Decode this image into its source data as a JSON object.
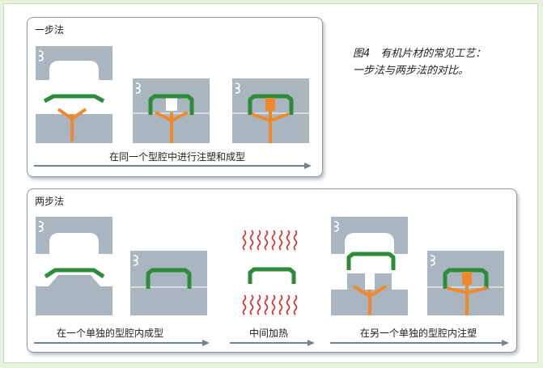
{
  "heading": {
    "line1": "图4　有机片材的常见工艺：",
    "line2": "一步法与两步法的对比。"
  },
  "one_step": {
    "title": "一步法",
    "caption": "在同一个型腔中进行注塑和成型"
  },
  "two_step": {
    "title": "两步法",
    "captions": [
      "在一个单独的型腔内成型",
      "中间加热",
      "在另一个单独的型腔内注塑"
    ]
  },
  "colors": {
    "mold": "#a9b6bf",
    "sheet": "#2e8b3a",
    "plastic": "#ef8a2c",
    "heat": "#d42a2a",
    "arrow": "#6f8391",
    "background": "#e7f3dc"
  },
  "icons": [
    "mold-logo-icon",
    "heat-wave-icon",
    "process-arrow-icon"
  ]
}
